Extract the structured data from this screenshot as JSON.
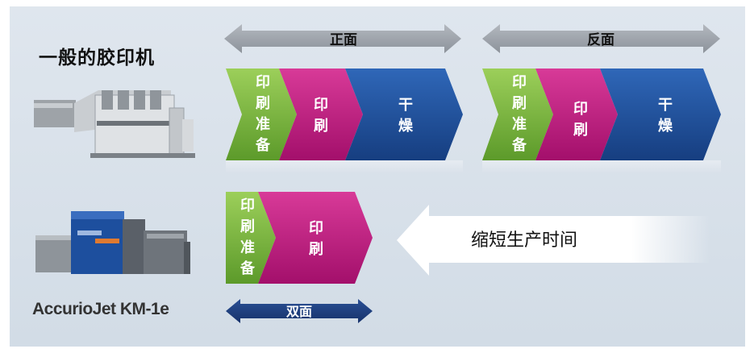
{
  "offset_press": {
    "title": "一般的胶印机"
  },
  "digital_press": {
    "model": "AccurioJet KM-1e"
  },
  "sides": {
    "front": "正面",
    "back": "反面",
    "duplex": "双面"
  },
  "stages": {
    "prep": [
      "印",
      "刷",
      "准",
      "备"
    ],
    "print": [
      "印",
      "刷"
    ],
    "dry": [
      "干",
      "燥"
    ]
  },
  "shorten": "缩短生产时间",
  "colors": {
    "prep_green": "#7dbb3c",
    "print_magenta": "#c1147f",
    "dry_blue": "#1f4f9a",
    "gray_arrow": "#8a9098",
    "navy_arrow": "#1e3c7a"
  }
}
